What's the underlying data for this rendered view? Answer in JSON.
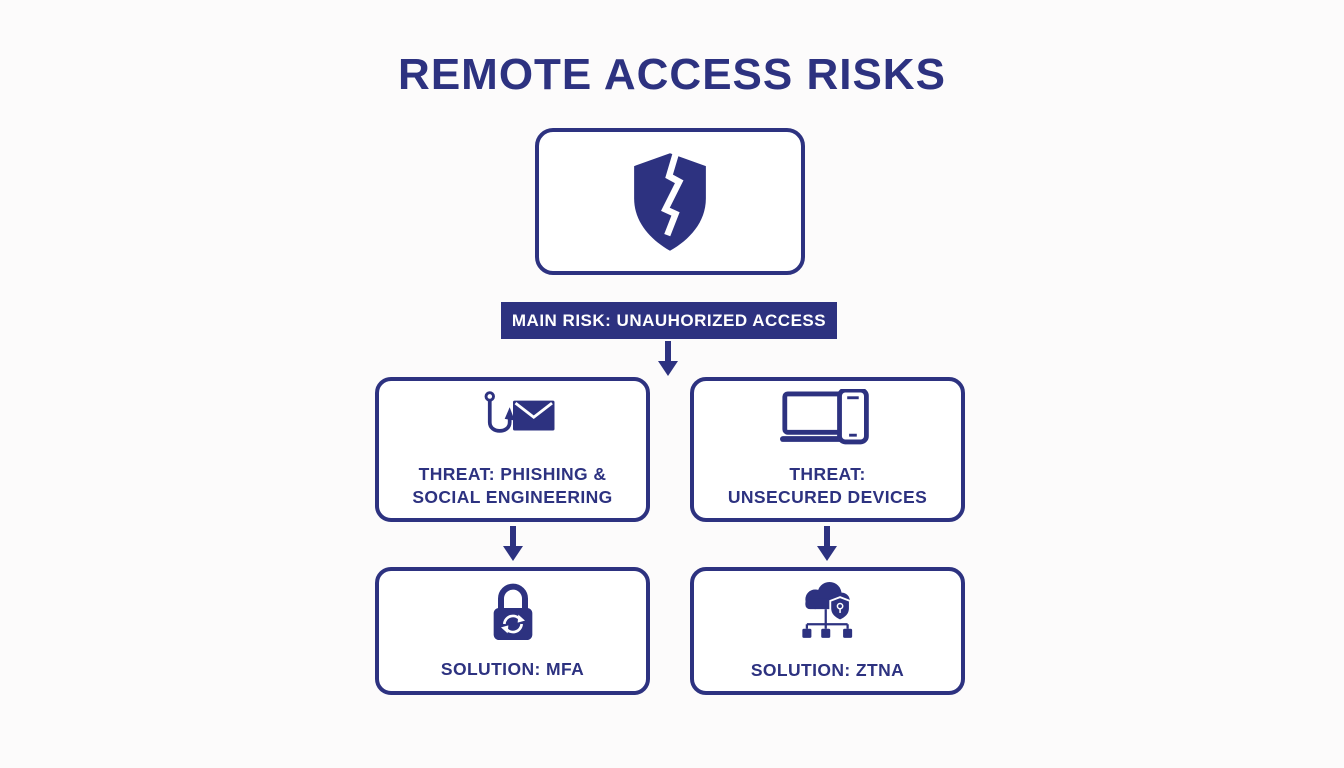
{
  "title": "REMOTE ACCESS RISKS",
  "colors": {
    "navy": "#2d3280",
    "background": "#fcfbfb",
    "banner_text": "#ffffff"
  },
  "main_risk": {
    "label": "MAIN RISK: UNAUHORIZED ACCESS",
    "icon": "broken-shield-icon"
  },
  "threats": [
    {
      "label": "THREAT: PHISHING &\nSOCIAL ENGINEERING",
      "icon": "phishing-hook-email-icon"
    },
    {
      "label": "THREAT:\nUNSECURED DEVICES",
      "icon": "laptop-phone-devices-icon"
    }
  ],
  "solutions": [
    {
      "label": "SOLUTION: MFA",
      "icon": "mfa-rotating-lock-icon"
    },
    {
      "label": "SOLUTION: ZTNA",
      "icon": "ztna-cloud-shield-network-icon"
    }
  ]
}
